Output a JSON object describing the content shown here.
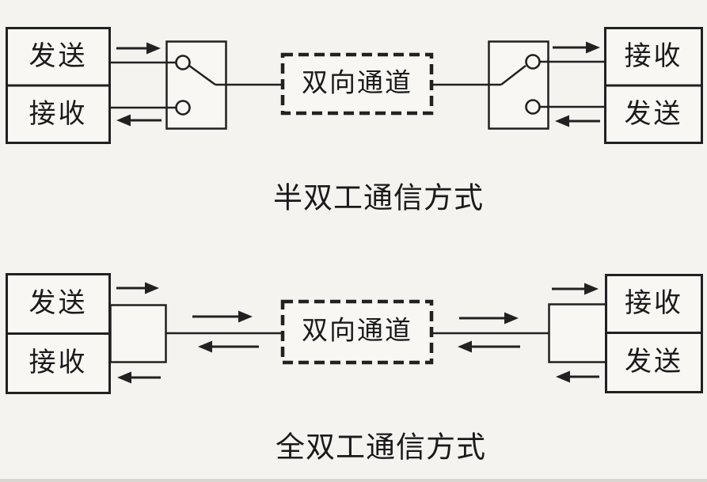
{
  "colors": {
    "bg": "#f5f3f0",
    "line": "#212121",
    "fill": "#f8f7f4",
    "text": "#1a1a1a"
  },
  "half_duplex": {
    "title": "半双工通信方式",
    "left_station": {
      "top_label": "发送",
      "bottom_label": "接收"
    },
    "right_station": {
      "top_label": "接收",
      "bottom_label": "发送"
    },
    "channel_label": "双向通道"
  },
  "full_duplex": {
    "title": "全双工通信方式",
    "left_station": {
      "top_label": "发送",
      "bottom_label": "接收"
    },
    "right_station": {
      "top_label": "接收",
      "bottom_label": "发送"
    },
    "channel_label": "双向通道"
  }
}
